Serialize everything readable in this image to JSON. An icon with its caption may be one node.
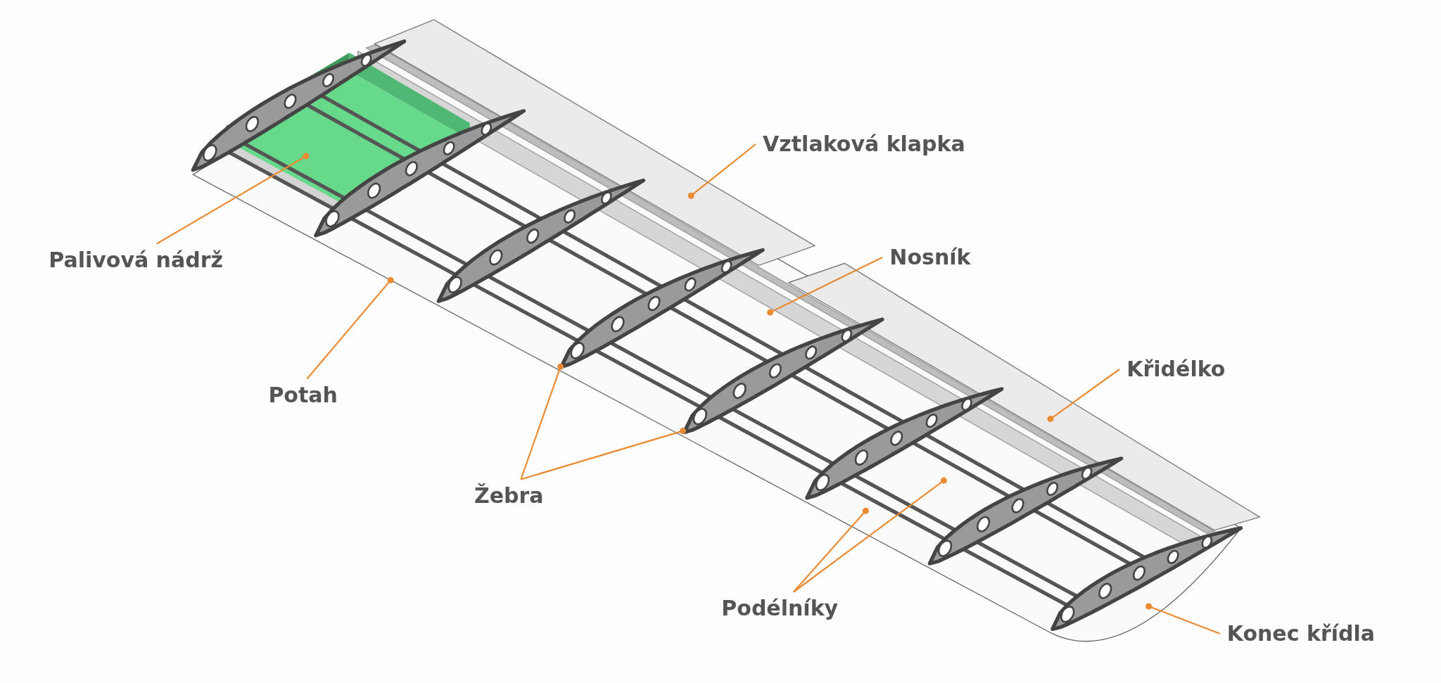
{
  "diagram": {
    "nodes": [
      {
        "text": [
          "Vztlaková klapka"
        ]
      },
      {
        "text": [
          "Nosník"
        ]
      },
      {
        "text": [
          "Křidélko"
        ]
      },
      {
        "text": [
          "Konec křídla"
        ]
      },
      {
        "text": [
          "Palivová nádrž"
        ]
      },
      {
        "text": [
          "Potah"
        ]
      },
      {
        "text": [
          "Žebra"
        ]
      },
      {
        "text": [
          "Podélníky"
        ]
      }
    ],
    "edges": [
      {
        "from": 0,
        "to": null,
        "arrow": "other"
      },
      {
        "from": 1,
        "to": null,
        "arrow": "other"
      },
      {
        "from": 2,
        "to": null,
        "arrow": "other"
      },
      {
        "from": 3,
        "to": null,
        "arrow": "other"
      },
      {
        "from": 4,
        "to": null,
        "arrow": "other"
      },
      {
        "from": 5,
        "to": null,
        "arrow": "other"
      },
      {
        "from": 6,
        "to": null,
        "arrow": "other"
      },
      {
        "from": 6,
        "to": null,
        "arrow": "other"
      },
      {
        "from": 7,
        "to": null,
        "arrow": "other"
      },
      {
        "from": 7,
        "to": null,
        "arrow": "other"
      }
    ]
  }
}
